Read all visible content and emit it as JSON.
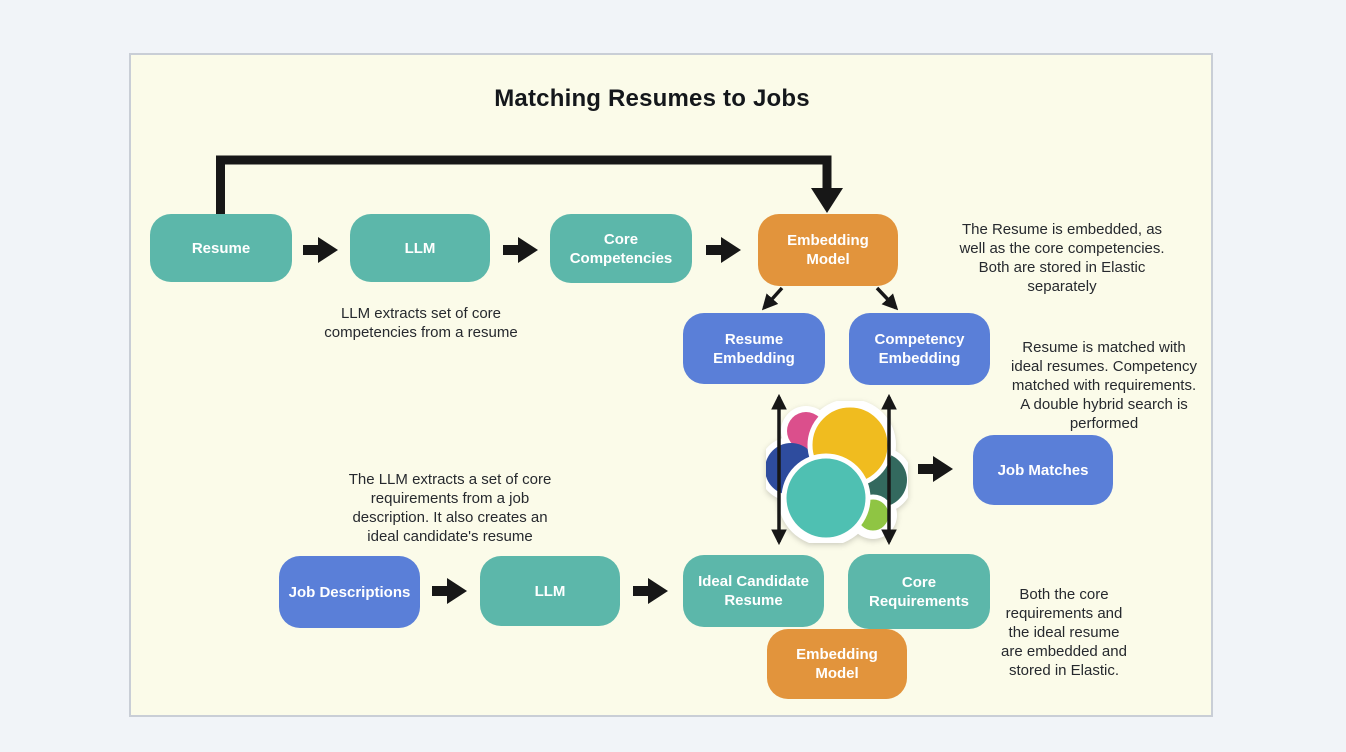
{
  "title": "Matching Resumes to Jobs",
  "nodes": [
    {
      "id": "resume",
      "lines": [
        "Resume"
      ]
    },
    {
      "id": "llm-top",
      "lines": [
        "LLM"
      ]
    },
    {
      "id": "core-competencies",
      "lines": [
        "Core",
        "Competencies"
      ]
    },
    {
      "id": "embedding-model-top",
      "lines": [
        "Embedding",
        "Model"
      ]
    },
    {
      "id": "resume-embedding",
      "lines": [
        "Resume",
        "Embedding"
      ]
    },
    {
      "id": "competency-embedding",
      "lines": [
        "Competency",
        "Embedding"
      ]
    },
    {
      "id": "job-matches",
      "lines": [
        "Job Matches"
      ]
    },
    {
      "id": "job-descriptions",
      "lines": [
        "Job Descriptions"
      ]
    },
    {
      "id": "llm-bottom",
      "lines": [
        "LLM"
      ]
    },
    {
      "id": "ideal-candidate-resume",
      "lines": [
        "Ideal Candidate",
        "Resume"
      ]
    },
    {
      "id": "core-requirements",
      "lines": [
        "Core",
        "Requirements"
      ]
    },
    {
      "id": "embedding-model-bottom",
      "lines": [
        "Embedding",
        "Model"
      ]
    }
  ],
  "annotations": [
    {
      "id": "resume-llm-note",
      "lines": [
        "LLM extracts set of core",
        "competencies from a resume"
      ]
    },
    {
      "id": "embedding-storage-note",
      "lines": [
        "The Resume is embedded, as",
        "well as the core competencies.",
        "Both are stored in Elastic",
        "separately"
      ]
    },
    {
      "id": "matching-note",
      "lines": [
        "Resume is matched with",
        "ideal resumes. Competency",
        "matched with requirements.",
        "A double hybrid search is",
        "performed"
      ]
    },
    {
      "id": "job-llm-note",
      "lines": [
        "The LLM extracts a set of core",
        "requirements from a job",
        "description. It also creates an",
        "ideal candidate's resume"
      ]
    },
    {
      "id": "bottom-storage-note",
      "lines": [
        "Both the core",
        "requirements and",
        "the ideal resume",
        "are embedded and",
        "stored in Elastic."
      ]
    }
  ],
  "icons": {
    "logo": "elastic-logo"
  },
  "colors": {
    "teal": "#5CB7AA",
    "blue": "#5A7FD8",
    "orange": "#E2943C",
    "ink": "#171717",
    "text": "#26292E",
    "panel-bg": "#FBFBE9",
    "panel-border": "#C9CED6",
    "page-bg": "#F1F4F8",
    "logo-pink": "#DB4F8C",
    "logo-yellow": "#F0BC1F",
    "logo-blue": "#2E4C9E",
    "logo-teal": "#4FC0B2",
    "logo-dark-green": "#33695E",
    "logo-light-green": "#8FC543"
  }
}
